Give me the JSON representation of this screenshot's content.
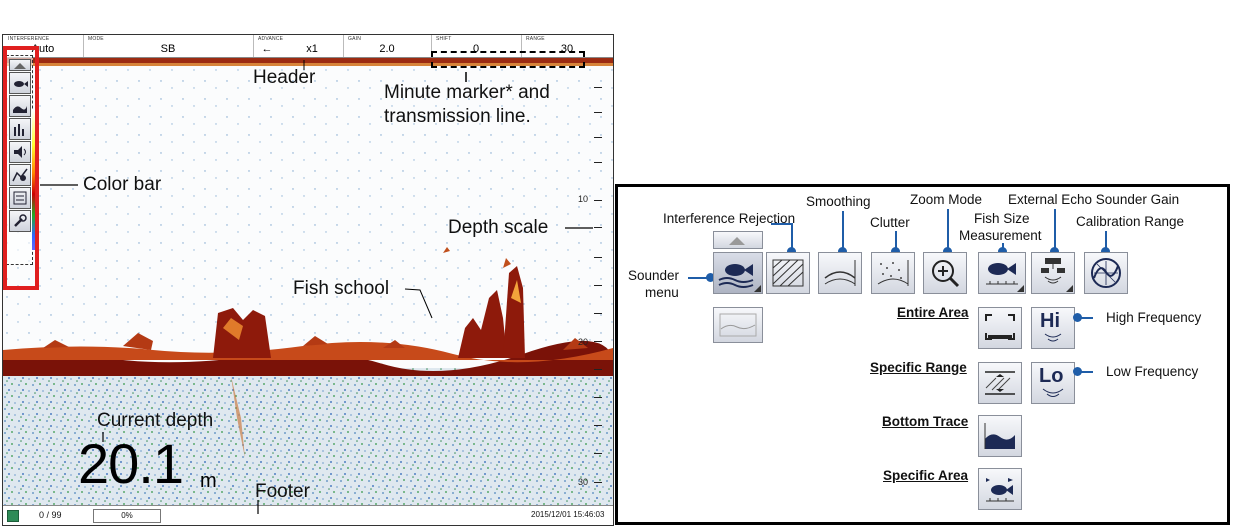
{
  "sounder": {
    "header": {
      "interference_caption": "INTERFERENCE",
      "interference_value": "Auto",
      "mode_caption": "MODE",
      "mode_value": "SB",
      "advance_caption": "ADVANCE",
      "advance_arrow": "←",
      "advance_value": "x1",
      "gain_caption": "GAIN",
      "gain_value": "2.0",
      "shift_caption": "SHIFT",
      "shift_value": "0",
      "range_caption": "RANGE",
      "range_value": "30"
    },
    "footer": {
      "count": "0 / 99",
      "percent": "0%",
      "datetime": "2015/12/01 15:46:03"
    },
    "depth_scale_labels": [
      "10",
      "20",
      "30"
    ],
    "current_depth_value": "20.1",
    "current_depth_unit": "m",
    "callouts": {
      "header": "Header",
      "minute_marker_line1": "Minute marker* and",
      "minute_marker_line2": "transmission line.",
      "color_bar": "Color bar",
      "depth_scale": "Depth scale",
      "fish_school": "Fish school",
      "current_depth": "Current depth",
      "footer": "Footer"
    },
    "menu_icons": [
      "up-arrow-icon",
      "fish-icon",
      "bottom-trace-icon",
      "bar-chart-icon",
      "speaker-icon",
      "chart-icon",
      "equalizer-icon",
      "wrench-icon"
    ]
  },
  "menu_diagram": {
    "labels": {
      "interference_rejection": "Interference Rejection",
      "smoothing": "Smoothing",
      "clutter": "Clutter",
      "zoom_mode": "Zoom Mode",
      "fish_size_line1": "Fish Size",
      "fish_size_line2": "Measurement",
      "external_gain": "External Echo Sounder Gain",
      "calibration_range": "Calibration Range",
      "sounder_menu_line1": "Sounder",
      "sounder_menu_line2": "menu",
      "entire_area": "Entire Area",
      "specific_range": "Specific Range",
      "bottom_trace": "Bottom Trace",
      "specific_area": "Specific Area",
      "high_frequency": "High Frequency",
      "low_frequency": "Low Frequency",
      "hi_glyph": "Hi",
      "lo_glyph": "Lo"
    }
  },
  "colors": {
    "highlight_red": "#e01f1f",
    "connector_blue": "#1f5da8",
    "echo_red": "#8b1a0a"
  }
}
